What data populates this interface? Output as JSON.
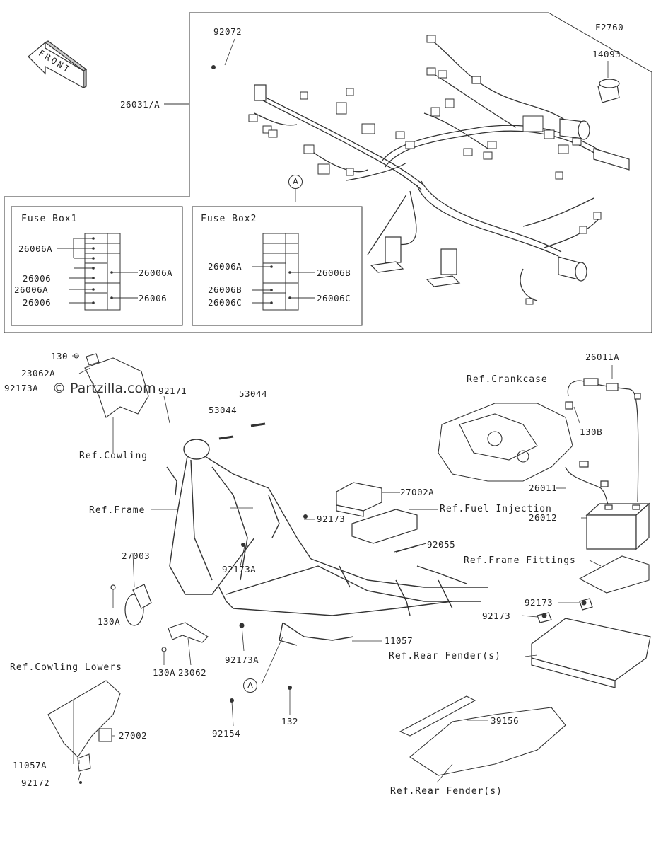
{
  "figure_code": "F2760",
  "front_label": "FRONT",
  "watermark": "© Partzilla.com",
  "fuse_box1": {
    "title": "Fuse Box1",
    "left_labels": [
      "26006A",
      "26006",
      "26006A",
      "26006"
    ],
    "right_labels": [
      "26006A",
      "26006"
    ]
  },
  "fuse_box2": {
    "title": "Fuse Box2",
    "left_labels": [
      "26006A",
      "26006B",
      "26006C"
    ],
    "right_labels": [
      "26006B",
      "26006C"
    ]
  },
  "callout_letter": "A",
  "part_labels": {
    "p92072": "92072",
    "p14093": "14093",
    "p26031A": "26031/A",
    "p130_top": "130",
    "p23062A": "23062A",
    "p92173A_top": "92173A",
    "p92171": "92171",
    "p53044_a": "53044",
    "p53044_b": "53044",
    "p26011A": "26011A",
    "p130B": "130B",
    "p27002A": "27002A",
    "p92173_mid": "92173",
    "p26011": "26011",
    "p26012": "26012",
    "p27003": "27003",
    "p92173A_mid": "92173A",
    "p92055": "92055",
    "p130A_a": "130A",
    "p92173_r1": "92173",
    "p92173_r2": "92173",
    "p11057": "11057",
    "p92173A_low": "92173A",
    "p130A_b": "130A",
    "p23062": "23062",
    "p92154": "92154",
    "p132": "132",
    "p39156": "39156",
    "p27002": "27002",
    "p11057A": "11057A",
    "p92172": "92172"
  },
  "ref_labels": {
    "crankcase": "Ref.Crankcase",
    "cowling": "Ref.Cowling",
    "frame": "Ref.Frame",
    "fuel_injection": "Ref.Fuel Injection",
    "frame_fittings": "Ref.Frame Fittings",
    "rear_fender1": "Ref.Rear Fender(s)",
    "cowling_lowers": "Ref.Cowling Lowers",
    "rear_fender2": "Ref.Rear Fender(s)"
  }
}
